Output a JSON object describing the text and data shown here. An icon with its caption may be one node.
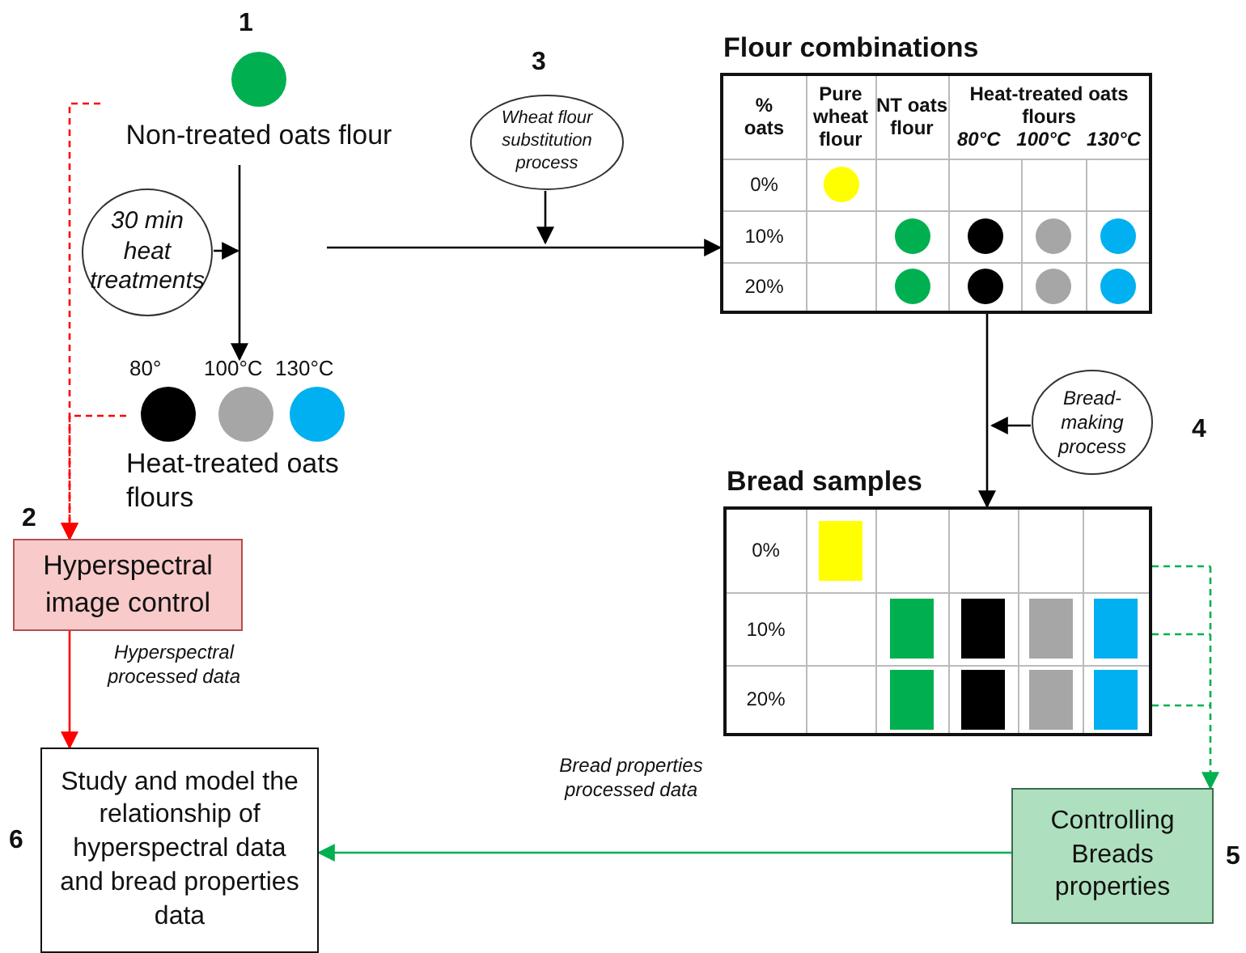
{
  "diagram": {
    "nodes": [
      {
        "text": [
          "Non-treated oats flour"
        ],
        "beside": [
          "1"
        ]
      },
      {
        "text": [
          "30 min heat treatments"
        ]
      },
      {
        "text": [
          "Heat-treated oats flours"
        ]
      },
      {
        "text": [],
        "shape": "circle",
        "in": 2,
        "beside": [
          "80°"
        ]
      },
      {
        "text": [],
        "shape": "circle",
        "in": 2,
        "beside": [
          "100°C"
        ]
      },
      {
        "text": [],
        "shape": "circle",
        "in": 2,
        "beside": [
          "130°C"
        ]
      },
      {
        "text": [
          "Wheat flour substitution process"
        ],
        "beside": [
          "3"
        ]
      },
      {
        "text": [
          "Flour combinations"
        ]
      },
      {
        "text": [],
        "shape": "circle",
        "in": 7
      },
      {
        "text": [],
        "shape": "circle",
        "in": 7
      },
      {
        "text": [],
        "shape": "circle",
        "in": 7
      },
      {
        "text": [],
        "shape": "circle",
        "in": 7
      },
      {
        "text": [],
        "shape": "circle",
        "in": 7
      },
      {
        "text": [],
        "shape": "circle",
        "in": 7
      },
      {
        "text": [],
        "shape": "circle",
        "in": 7
      },
      {
        "text": [],
        "shape": "circle",
        "in": 7
      },
      {
        "text": [],
        "shape": "circle",
        "in": 7
      },
      {
        "text": [
          "Bread-making process"
        ],
        "beside": [
          "4"
        ]
      },
      {
        "text": [
          "Bread samples"
        ]
      },
      {
        "text": [],
        "shape": "box",
        "in": 18
      },
      {
        "text": [],
        "shape": "box",
        "in": 18
      },
      {
        "text": [],
        "shape": "box",
        "in": 18
      },
      {
        "text": [],
        "shape": "box",
        "in": 18
      },
      {
        "text": [],
        "shape": "box",
        "in": 18
      },
      {
        "text": [],
        "shape": "box",
        "in": 18
      },
      {
        "text": [],
        "shape": "box",
        "in": 18
      },
      {
        "text": [],
        "shape": "box",
        "in": 18
      },
      {
        "text": [],
        "shape": "box",
        "in": 18
      },
      {
        "text": [
          "Hyperspectral image control"
        ],
        "beside": [
          "2"
        ]
      },
      {
        "text": [
          "Study and model the relationship of hyperspectral data and bread properties data"
        ],
        "beside": [
          "6"
        ]
      },
      {
        "text": [
          "Controlling Breads properties"
        ],
        "beside": [
          "5"
        ]
      }
    ],
    "edges": [
      {
        "from": 0,
        "to": 2,
        "arrow": "to"
      },
      {
        "from": 1,
        "to": null,
        "arrow": "to"
      },
      {
        "from": 6,
        "to": null,
        "arrow": "to"
      },
      {
        "from": null,
        "to": 7,
        "arrow": "to"
      },
      {
        "from": 7,
        "to": 18,
        "arrow": "to"
      },
      {
        "from": 17,
        "to": null,
        "arrow": "to"
      },
      {
        "from": 0,
        "to": 28,
        "arrow": "to",
        "style": "dashed",
        "color": "#ff0000"
      },
      {
        "from": 2,
        "to": 28,
        "arrow": "to",
        "style": "dashed",
        "color": "#ff0000"
      },
      {
        "from": 28,
        "to": 29,
        "arrow": "to",
        "label": "Hyperspectral processed data",
        "color": "#ff0000"
      },
      {
        "from": 18,
        "to": 30,
        "arrow": "to",
        "style": "dashed",
        "color": "#00b050"
      },
      {
        "from": 30,
        "to": 29,
        "arrow": "to",
        "label": "Bread properties processed data",
        "color": "#00b050"
      }
    ],
    "labels": [
      "% oats",
      "Pure wheat flour",
      "NT oats flour",
      "Heat-treated oats flours",
      "80°C",
      "100°C",
      "130°C",
      "0%",
      "10%",
      "20%",
      "0%",
      "10%",
      "20%"
    ]
  }
}
